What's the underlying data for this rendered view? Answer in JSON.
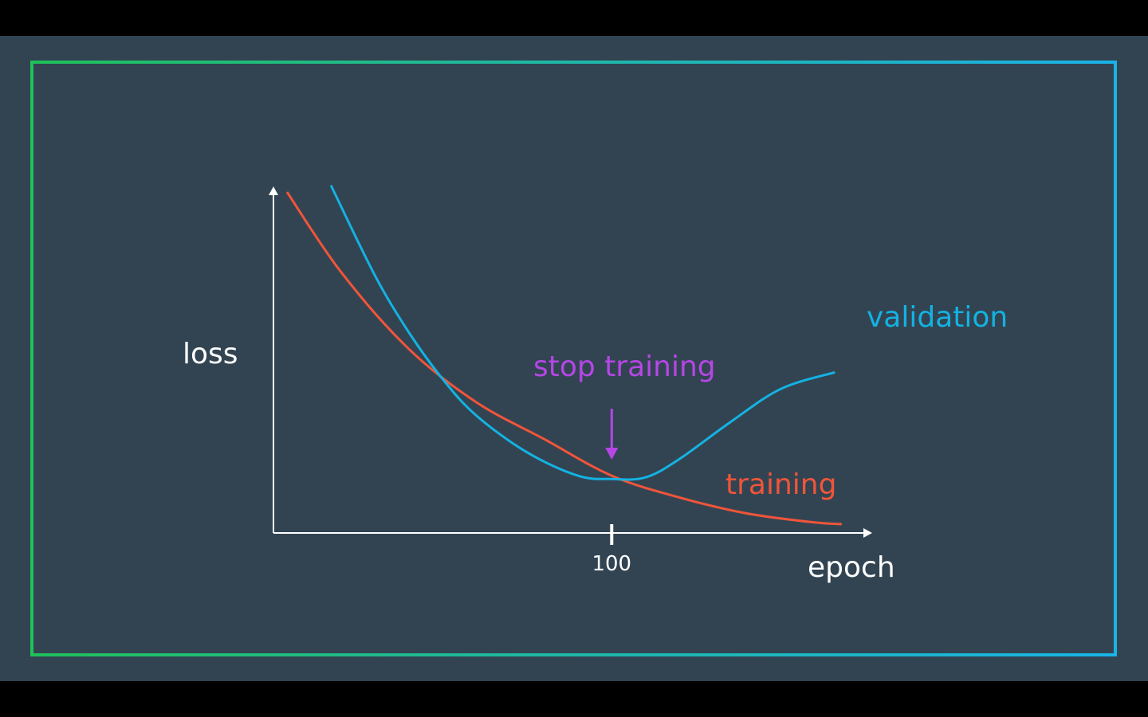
{
  "colors": {
    "background": "#324452",
    "frame_start": "#20c15a",
    "frame_end": "#1ab3e6",
    "axis": "#ffffff",
    "training": "#f0553a",
    "validation": "#14b2e2",
    "stop_marker": "#b646e6",
    "text": "#ffffff"
  },
  "chart_data": {
    "type": "line",
    "title": "",
    "xlabel": "epoch",
    "ylabel": "loss",
    "x_ticks": [
      100
    ],
    "x_tick_labels": [
      "100"
    ],
    "xlim": [
      0,
      177
    ],
    "ylim": [
      0,
      10
    ],
    "grid": false,
    "series": [
      {
        "name": "training",
        "color": "#f0553a",
        "x": [
          4,
          20,
          40,
          60,
          80,
          100,
          120,
          140,
          160,
          168
        ],
        "y": [
          10.0,
          7.6,
          5.3,
          3.7,
          2.6,
          1.5,
          0.85,
          0.37,
          0.1,
          0.05
        ]
      },
      {
        "name": "validation",
        "color": "#14b2e2",
        "x": [
          17,
          30,
          40,
          50,
          60,
          75,
          90,
          100,
          110,
          120,
          135,
          150,
          166
        ],
        "y": [
          10.2,
          7.5,
          5.8,
          4.4,
          3.3,
          2.2,
          1.5,
          1.4,
          1.45,
          2.0,
          3.1,
          4.1,
          4.6
        ]
      }
    ],
    "annotations": [
      {
        "text": "stop training",
        "x": 100,
        "color": "#b646e6"
      }
    ],
    "legend": "inline labels next to curves"
  }
}
